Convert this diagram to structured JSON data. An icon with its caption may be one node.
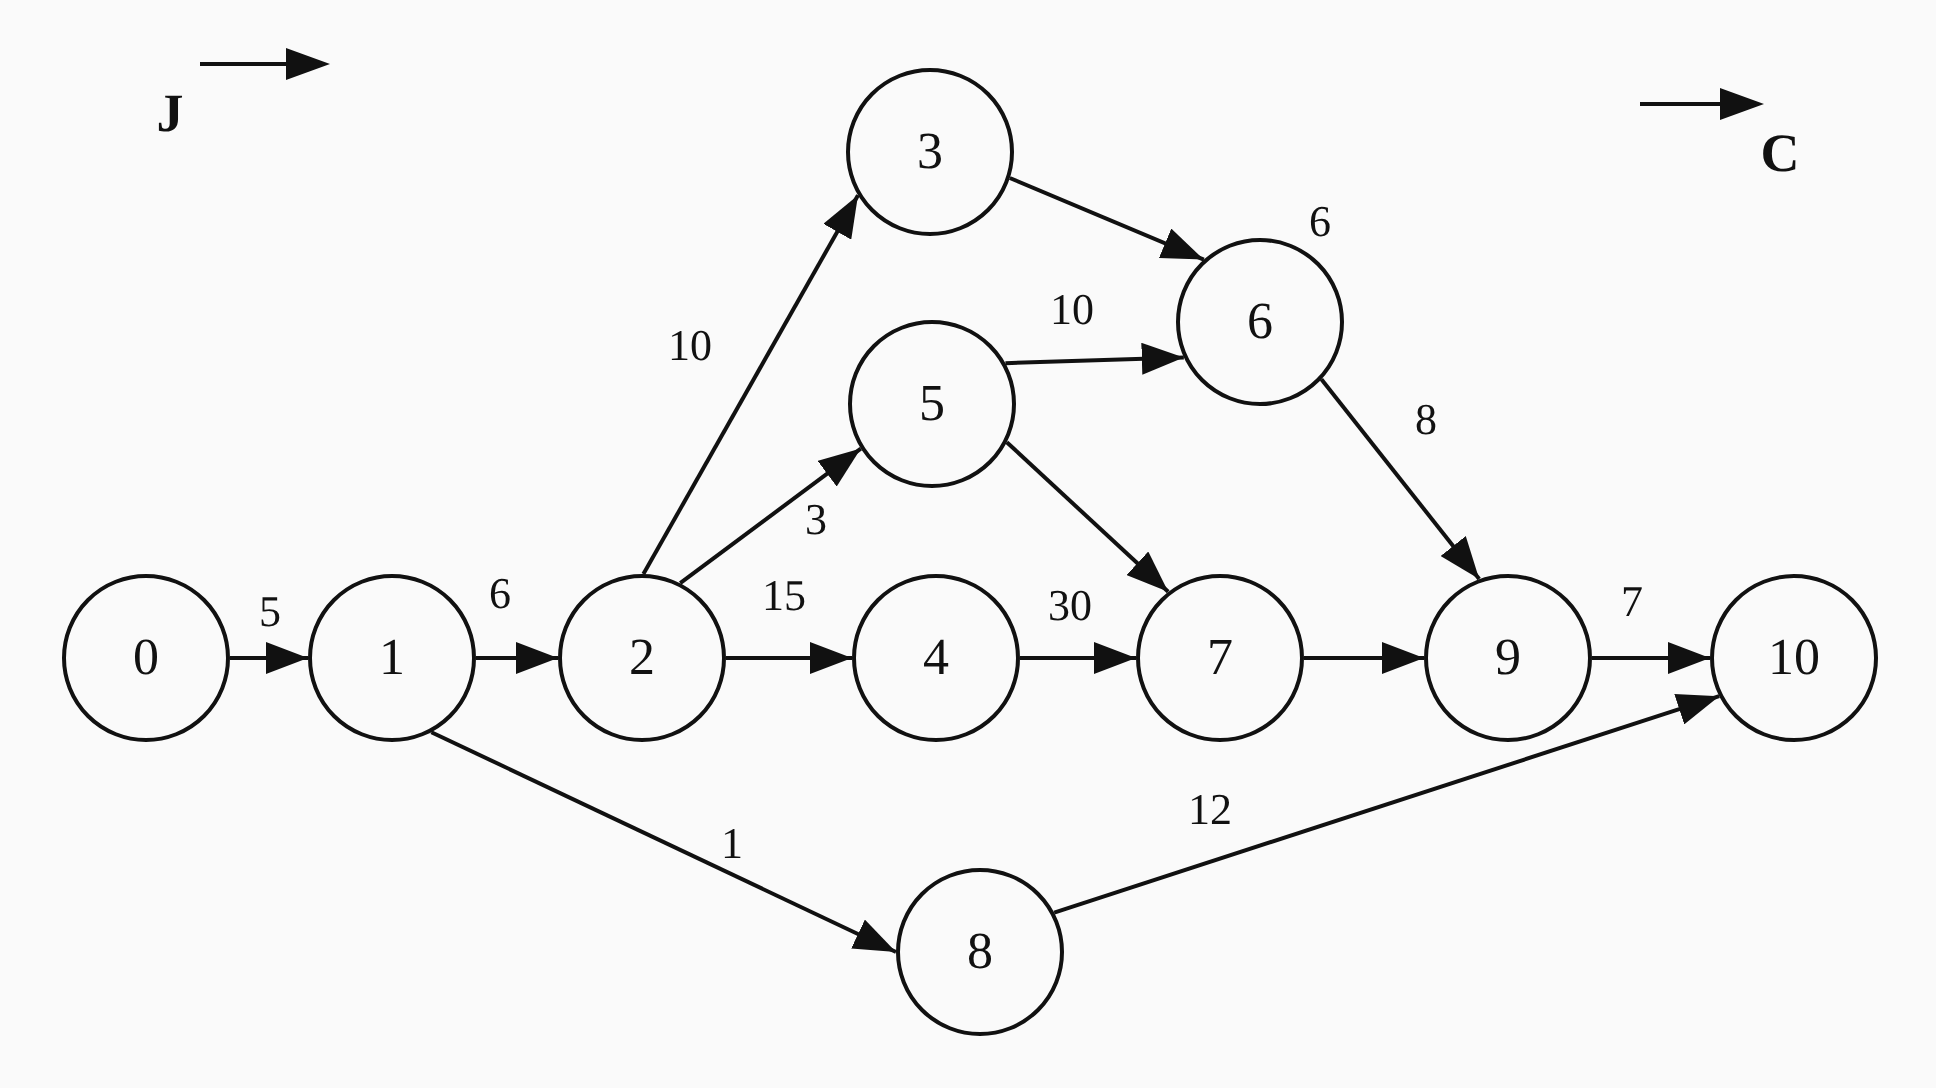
{
  "diagram": {
    "nodes": [
      {
        "text": [
          "0"
        ]
      },
      {
        "text": [
          "1"
        ]
      },
      {
        "text": [
          "2"
        ]
      },
      {
        "text": [
          "3"
        ]
      },
      {
        "text": [
          "4"
        ]
      },
      {
        "text": [
          "5"
        ]
      },
      {
        "text": [
          "6"
        ],
        "beside": [
          "6"
        ]
      },
      {
        "text": [
          "7"
        ]
      },
      {
        "text": [
          "8"
        ]
      },
      {
        "text": [
          "9"
        ]
      },
      {
        "text": [
          "10"
        ]
      }
    ],
    "edges": [
      {
        "from": 0,
        "to": 1,
        "arrow": "to",
        "label": "5"
      },
      {
        "from": 1,
        "to": 2,
        "arrow": "to",
        "label": "6"
      },
      {
        "from": 2,
        "to": 3,
        "arrow": "to",
        "label": "10"
      },
      {
        "from": 2,
        "to": 5,
        "arrow": "to",
        "label": "3"
      },
      {
        "from": 2,
        "to": 4,
        "arrow": "to",
        "label": "15"
      },
      {
        "from": 3,
        "to": 6,
        "arrow": "to"
      },
      {
        "from": 5,
        "to": 6,
        "arrow": "to",
        "label": "10"
      },
      {
        "from": 5,
        "to": 7,
        "arrow": "to"
      },
      {
        "from": 6,
        "to": 9,
        "arrow": "to",
        "label": "8"
      },
      {
        "from": 4,
        "to": 7,
        "arrow": "to",
        "label": "30"
      },
      {
        "from": 7,
        "to": 9,
        "arrow": "to"
      },
      {
        "from": 9,
        "to": 10,
        "arrow": "to",
        "label": "7"
      },
      {
        "from": 1,
        "to": 8,
        "arrow": "to",
        "label": "1"
      },
      {
        "from": 8,
        "to": 10,
        "arrow": "to",
        "label": "12"
      }
    ],
    "labels": [
      "J",
      "C"
    ]
  }
}
